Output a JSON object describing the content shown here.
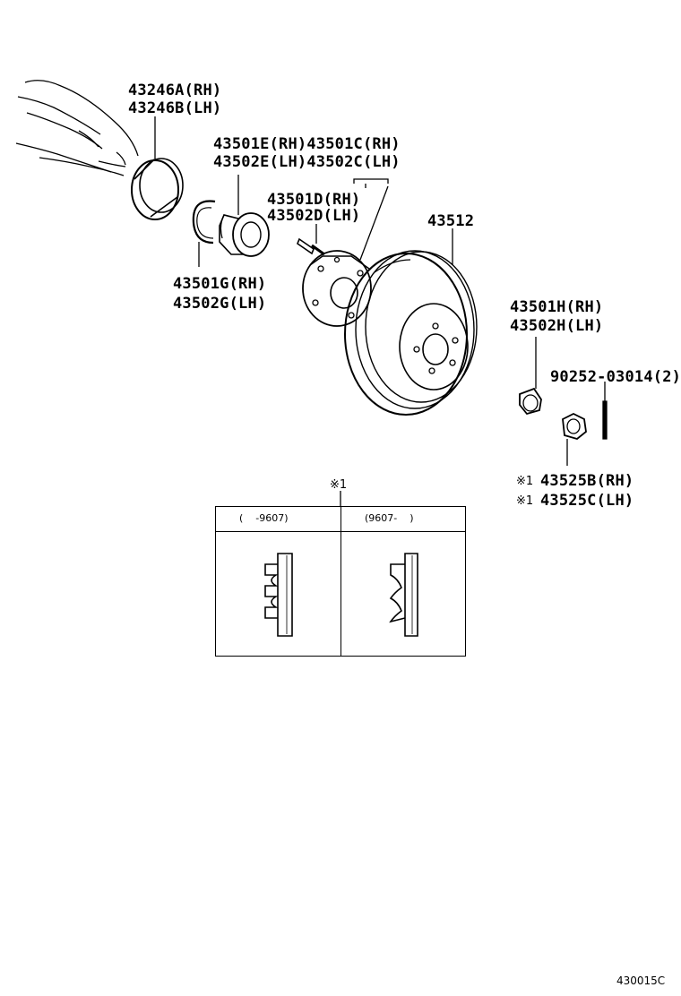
{
  "labels": {
    "p43246a": "43246A(RH)",
    "p43246b": "43246B(LH)",
    "p43501e": "43501E(RH)43501C(RH)",
    "p43502e": "43502E(LH)43502C(LH)",
    "p43501d": "43501D(RH)",
    "p43502d": "43502D(LH)",
    "p43512": "43512",
    "p43501g": "43501G(RH)",
    "p43502g": "43502G(LH)",
    "p43501h": "43501H(RH)",
    "p43502h": "43502H(LH)",
    "p90252": "90252-03014(2)",
    "p43525b": "43525B(RH)",
    "p43525c": "43525C(LH)",
    "note_mark": "※1"
  },
  "table": {
    "title": "※1",
    "col1_header": "(    -9607)",
    "col2_header": "(9607-    )"
  },
  "figure_code": "430015C"
}
